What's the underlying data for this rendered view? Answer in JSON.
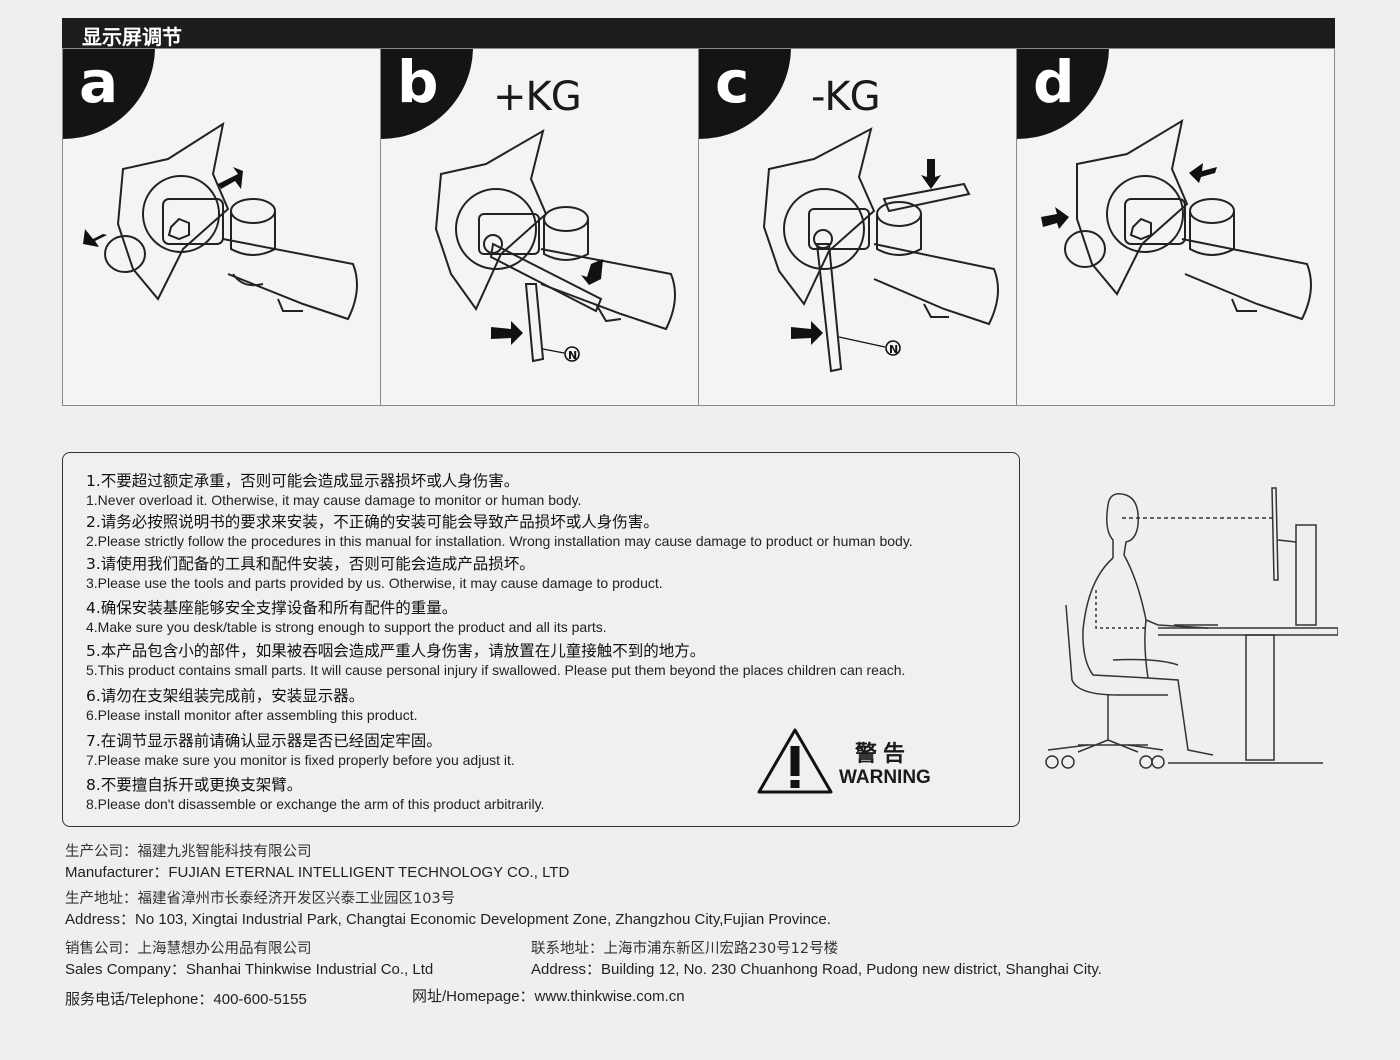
{
  "header": {
    "title": "显示屏调节"
  },
  "panels": [
    {
      "letter": "a",
      "kg": "",
      "marker": ""
    },
    {
      "letter": "b",
      "kg": "+KG",
      "marker": "N"
    },
    {
      "letter": "c",
      "kg": "-KG",
      "marker": "N"
    },
    {
      "letter": "d",
      "kg": "",
      "marker": ""
    }
  ],
  "warnings": [
    {
      "cn": "1.不要超过额定承重，否则可能会造成显示器损坏或人身伤害。",
      "en": "1.Never overload it. Otherwise, it may cause damage to monitor or human body."
    },
    {
      "cn": "2.请务必按照说明书的要求来安装，不正确的安装可能会导致产品损坏或人身伤害。",
      "en": "2.Please strictly follow the procedures in this manual for installation. Wrong installation may cause damage to product or human body."
    },
    {
      "cn": "3.请使用我们配备的工具和配件安装，否则可能会造成产品损坏。",
      "en": "3.Please use the tools and parts provided by us. Otherwise, it may cause damage to product."
    },
    {
      "cn": "4.确保安装基座能够安全支撑设备和所有配件的重量。",
      "en": "4.Make sure you desk/table is strong enough to support the product and all its parts."
    },
    {
      "cn": "5.本产品包含小的部件，如果被吞咽会造成严重人身伤害，请放置在儿童接触不到的地方。",
      "en": "5.This product contains small parts. It will cause personal injury if swallowed. Please put them beyond the places children can reach."
    },
    {
      "cn": "6.请勿在支架组装完成前，安装显示器。",
      "en": "6.Please install monitor after assembling this product."
    },
    {
      "cn": "7.在调节显示器前请确认显示器是否已经固定牢固。",
      "en": "7.Please make sure you monitor is fixed properly before you adjust it."
    },
    {
      "cn": "8.不要擅自拆开或更换支架臂。",
      "en": "8.Please don't disassemble or exchange the arm of this product arbitrarily."
    }
  ],
  "warning_label": {
    "cn": "警告",
    "en": "WARNING"
  },
  "info": {
    "manufacturer_cn": "生产公司：福建九兆智能科技有限公司",
    "manufacturer_en": "Manufacturer：FUJIAN ETERNAL INTELLIGENT TECHNOLOGY CO., LTD",
    "address_cn": "生产地址：福建省漳州市长泰经济开发区兴泰工业园区103号",
    "address_en": "Address：No 103, Xingtai Industrial Park, Changtai Economic Development Zone, Zhangzhou City,Fujian Province.",
    "sales_cn": "销售公司：上海慧想办公用品有限公司",
    "sales_en": "Sales Company：Shanhai Thinkwise Industrial Co., Ltd",
    "contact_cn": "联系地址：上海市浦东新区川宏路230号12号楼",
    "contact_en": "Address：Building 12, No. 230 Chuanhong Road, Pudong new district, Shanghai City.",
    "telephone": "服务电话/Telephone：400-600-5155",
    "homepage": "网址/Homepage：www.thinkwise.com.cn"
  }
}
